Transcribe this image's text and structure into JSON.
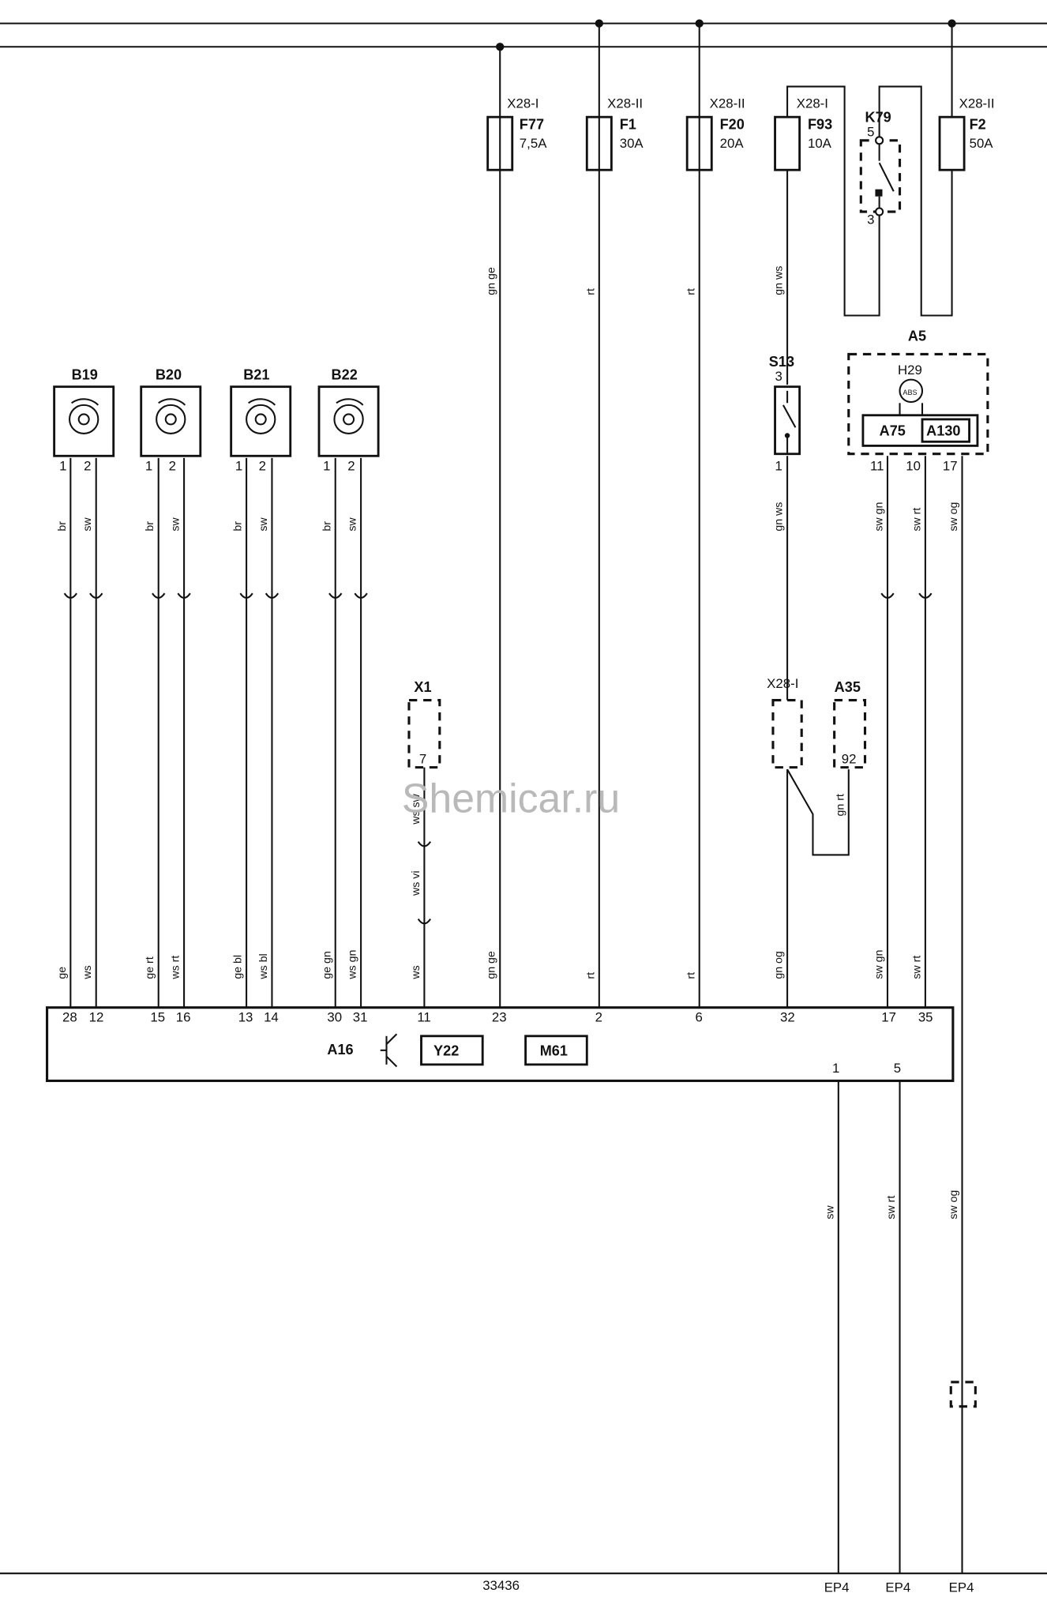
{
  "fuses": [
    {
      "id": "F77",
      "rating": "7,5A",
      "conn": "X28-I"
    },
    {
      "id": "F1",
      "rating": "30A",
      "conn": "X28-II"
    },
    {
      "id": "F20",
      "rating": "20A",
      "conn": "X28-II"
    },
    {
      "id": "F93",
      "rating": "10A",
      "conn": "X28-I"
    },
    {
      "id": "F2",
      "rating": "50A",
      "conn": "X28-II"
    }
  ],
  "relay": {
    "id": "K79",
    "pin_top": "5",
    "pin_bottom": "3"
  },
  "sensors": [
    {
      "id": "B19",
      "pin1": "1",
      "pin2": "2",
      "col1": "br",
      "col2": "sw",
      "ecu_col1": "ge",
      "ecu_col2": "ws",
      "ecu_pin1": "28",
      "ecu_pin2": "12"
    },
    {
      "id": "B20",
      "pin1": "1",
      "pin2": "2",
      "col1": "br",
      "col2": "sw",
      "ecu_col1": "ge rt",
      "ecu_col2": "ws rt",
      "ecu_pin1": "15",
      "ecu_pin2": "16"
    },
    {
      "id": "B21",
      "pin1": "1",
      "pin2": "2",
      "col1": "br",
      "col2": "sw",
      "ecu_col1": "ge bl",
      "ecu_col2": "ws bl",
      "ecu_pin1": "13",
      "ecu_pin2": "14"
    },
    {
      "id": "B22",
      "pin1": "1",
      "pin2": "2",
      "col1": "br",
      "col2": "sw",
      "ecu_col1": "ge gn",
      "ecu_col2": "ws gn",
      "ecu_pin1": "30",
      "ecu_pin2": "31"
    }
  ],
  "switch": {
    "id": "S13",
    "pin_top": "3",
    "pin_bottom": "1"
  },
  "module_a5": {
    "id": "A5",
    "lamp": "H29",
    "lamp_symbol": "ABS",
    "sub1": "A75",
    "sub2": "A130",
    "pins": [
      "11",
      "10",
      "17"
    ]
  },
  "connector_x1": {
    "id": "X1",
    "pin": "7"
  },
  "connector_x28": {
    "id": "X28-I"
  },
  "connector_a35": {
    "id": "A35",
    "pin": "92"
  },
  "ecu": {
    "id": "A16",
    "sub1": "Y22",
    "sub2": "M61",
    "pins_bottom": [
      "1",
      "5"
    ]
  },
  "wire_colors": {
    "f77": "gn ge",
    "f1": "rt",
    "f20": "rt",
    "f93": "gn ws",
    "s13_out": "gn ws",
    "a5_11": "sw gn",
    "a5_10": "sw rt",
    "a5_17": "sw og",
    "x1_top": "ws sw",
    "x1_mid": "ws vi",
    "x1_ecu": "ws",
    "ecu_23": "gn ge",
    "ecu_2": "rt",
    "ecu_6": "rt",
    "ecu_32": "gn og",
    "ecu_17": "sw gn",
    "ecu_35": "sw rt",
    "a35": "gn rt",
    "out1": "sw",
    "out5": "sw rt",
    "out_og": "sw og"
  },
  "ecu_top_pins": {
    "p11": "11",
    "p23": "23",
    "p2": "2",
    "p6": "6",
    "p32": "32",
    "p17": "17",
    "p35": "35"
  },
  "ground_labels": [
    "EP4",
    "EP4",
    "EP4"
  ],
  "drawing_number": "33436",
  "watermark": "Shemicar.ru"
}
